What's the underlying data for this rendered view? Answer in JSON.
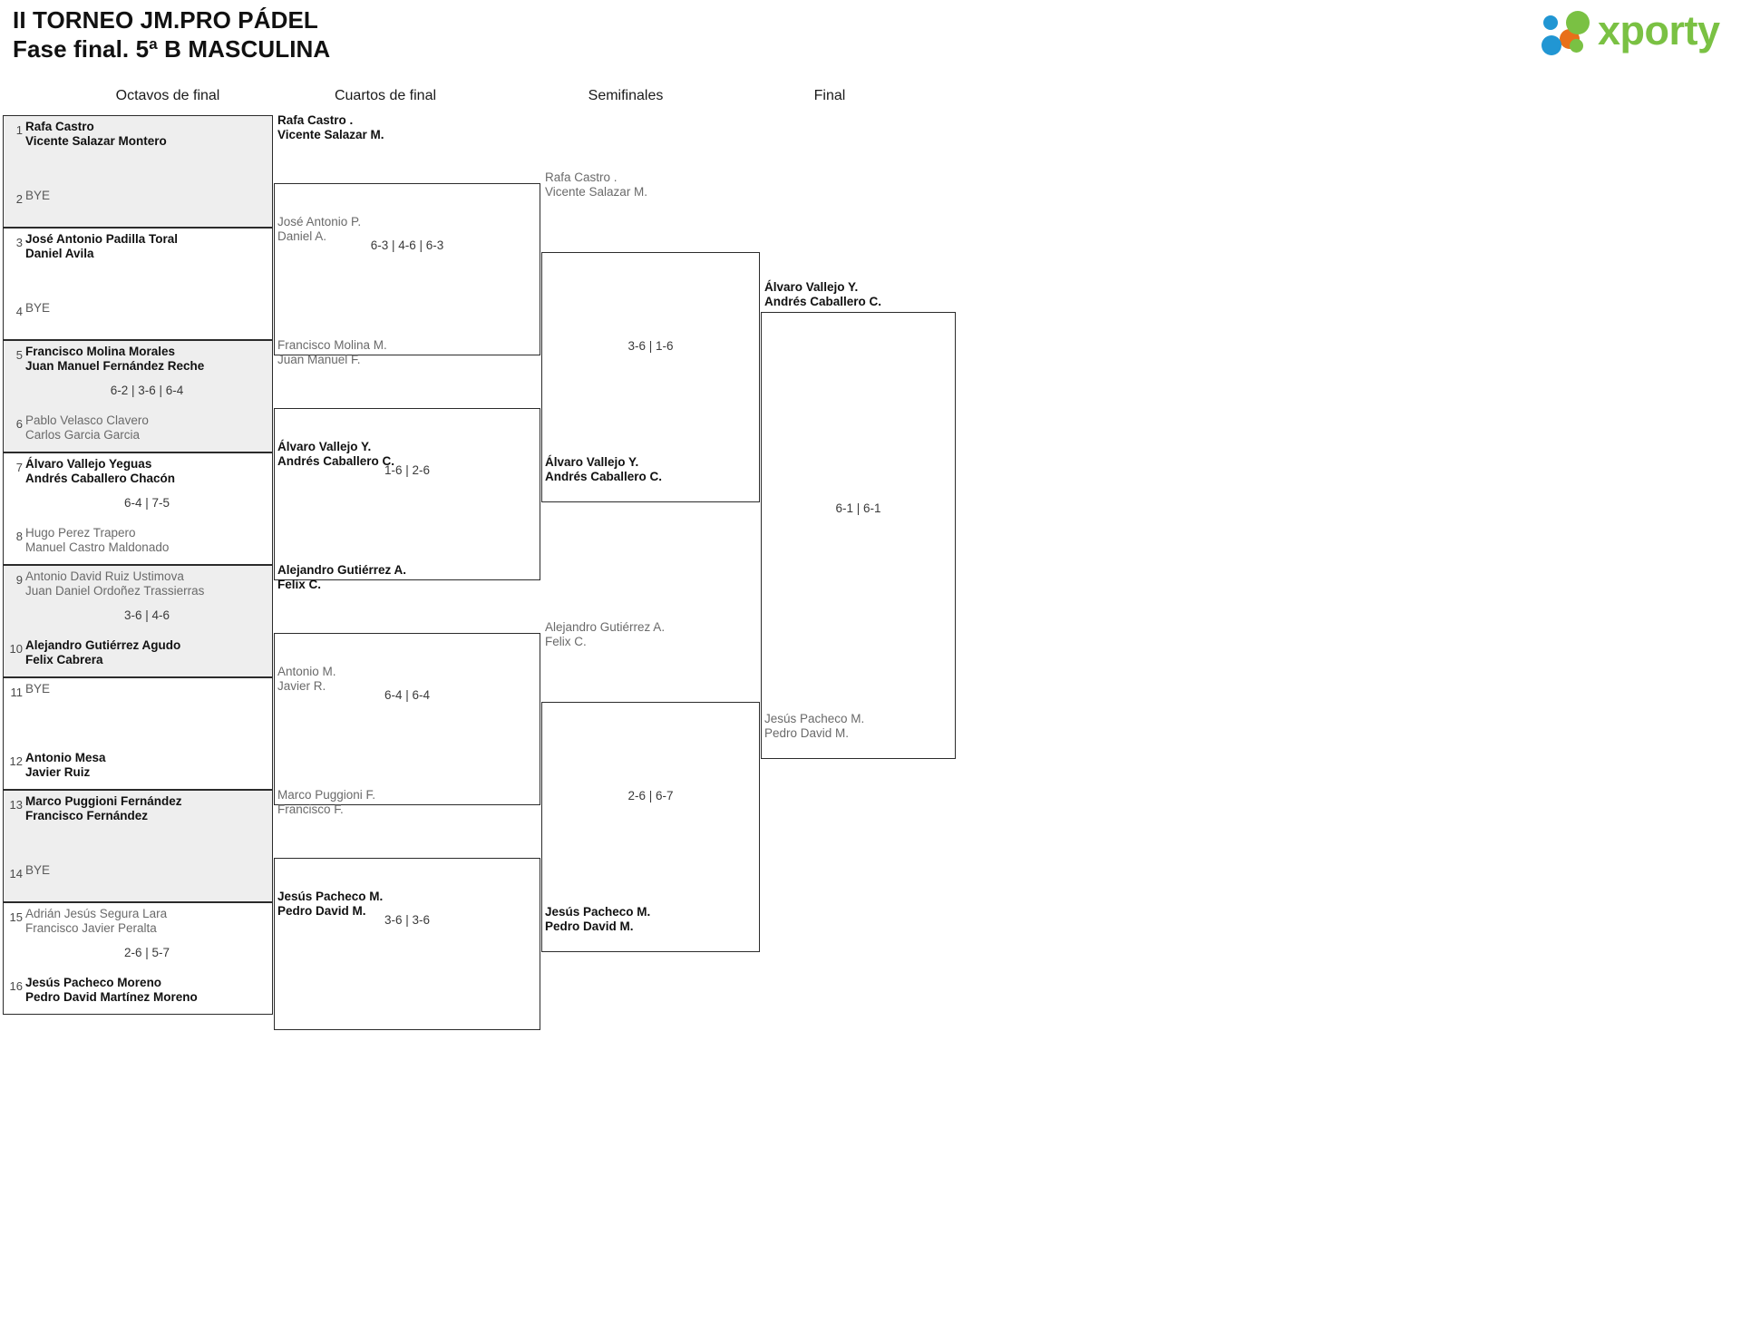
{
  "header": {
    "title_line1": "II TORNEO JM.PRO PÁDEL",
    "title_line2": "Fase final. 5ª B MASCULINA",
    "logo_text": "xporty",
    "brand_green": "#7ac143",
    "brand_blue": "#2196d3",
    "brand_orange": "#e8701a"
  },
  "rounds": [
    {
      "label": "Octavos de final"
    },
    {
      "label": "Cuartos de final"
    },
    {
      "label": "Semifinales"
    },
    {
      "label": "Final"
    }
  ],
  "round1": {
    "matches": [
      {
        "score": "",
        "top": {
          "seed": "1",
          "line1": "Rafa Castro",
          "line2": "Vicente Salazar Montero",
          "status": "win"
        },
        "bottom": {
          "seed": "2",
          "line1": "BYE",
          "line2": "",
          "status": "bye"
        }
      },
      {
        "score": "",
        "top": {
          "seed": "3",
          "line1": "José Antonio Padilla Toral",
          "line2": "Daniel Avila",
          "status": "win"
        },
        "bottom": {
          "seed": "4",
          "line1": "BYE",
          "line2": "",
          "status": "bye"
        }
      },
      {
        "score": "6-2 | 3-6 | 6-4",
        "top": {
          "seed": "5",
          "line1": "Francisco Molina Morales",
          "line2": "Juan Manuel Fernández Reche",
          "status": "win"
        },
        "bottom": {
          "seed": "6",
          "line1": "Pablo Velasco Clavero",
          "line2": "Carlos Garcia Garcia",
          "status": "lose"
        }
      },
      {
        "score": "6-4 | 7-5",
        "top": {
          "seed": "7",
          "line1": "Álvaro Vallejo Yeguas",
          "line2": "Andrés Caballero Chacón",
          "status": "win"
        },
        "bottom": {
          "seed": "8",
          "line1": "Hugo Perez Trapero",
          "line2": "Manuel Castro Maldonado",
          "status": "lose"
        }
      },
      {
        "score": "3-6 | 4-6",
        "top": {
          "seed": "9",
          "line1": "Antonio David Ruiz Ustimova",
          "line2": "Juan Daniel Ordoñez Trassierras",
          "status": "lose"
        },
        "bottom": {
          "seed": "10",
          "line1": "Alejandro Gutiérrez Agudo",
          "line2": "Felix Cabrera",
          "status": "win"
        }
      },
      {
        "score": "",
        "top": {
          "seed": "11",
          "line1": "BYE",
          "line2": "",
          "status": "bye"
        },
        "bottom": {
          "seed": "12",
          "line1": "Antonio Mesa",
          "line2": "Javier Ruiz",
          "status": "win"
        }
      },
      {
        "score": "",
        "top": {
          "seed": "13",
          "line1": "Marco Puggioni Fernández",
          "line2": "Francisco Fernández",
          "status": "win"
        },
        "bottom": {
          "seed": "14",
          "line1": "BYE",
          "line2": "",
          "status": "bye"
        }
      },
      {
        "score": "2-6 | 5-7",
        "top": {
          "seed": "15",
          "line1": "Adrián Jesús Segura Lara",
          "line2": "Francisco Javier Peralta",
          "status": "lose"
        },
        "bottom": {
          "seed": "16",
          "line1": "Jesús Pacheco Moreno",
          "line2": "Pedro David Martínez Moreno",
          "status": "win"
        }
      }
    ]
  },
  "quarterfinals": {
    "matches": [
      {
        "score": "6-3 | 4-6 | 6-3",
        "top": {
          "line1": "Rafa Castro .",
          "line2": "Vicente Salazar M.",
          "status": "win"
        },
        "bottom": {
          "line1": "José Antonio P.",
          "line2": "Daniel A.",
          "status": "lose"
        }
      },
      {
        "score": "1-6 | 2-6",
        "top": {
          "line1": "Francisco Molina M.",
          "line2": "Juan Manuel F.",
          "status": "lose"
        },
        "bottom": {
          "line1": "Álvaro Vallejo Y.",
          "line2": "Andrés Caballero C.",
          "status": "win"
        }
      },
      {
        "score": "6-4 | 6-4",
        "top": {
          "line1": "Alejandro Gutiérrez A.",
          "line2": "Felix C.",
          "status": "win"
        },
        "bottom": {
          "line1": "Antonio M.",
          "line2": "Javier R.",
          "status": "lose"
        }
      },
      {
        "score": "3-6 | 3-6",
        "top": {
          "line1": "Marco Puggioni F.",
          "line2": "Francisco F.",
          "status": "lose"
        },
        "bottom": {
          "line1": "Jesús Pacheco M.",
          "line2": "Pedro David M.",
          "status": "win"
        }
      }
    ]
  },
  "semifinals": {
    "matches": [
      {
        "score": "3-6 | 1-6",
        "top": {
          "line1": "Rafa Castro .",
          "line2": "Vicente Salazar M.",
          "status": "lose"
        },
        "bottom": {
          "line1": "Álvaro Vallejo Y.",
          "line2": "Andrés Caballero C.",
          "status": "win"
        }
      },
      {
        "score": "2-6 | 6-7",
        "top": {
          "line1": "Alejandro Gutiérrez A.",
          "line2": "Felix C.",
          "status": "lose"
        },
        "bottom": {
          "line1": "Jesús Pacheco M.",
          "line2": "Pedro David M.",
          "status": "win"
        }
      }
    ]
  },
  "final": {
    "matches": [
      {
        "score": "6-1 | 6-1",
        "top": {
          "line1": "Álvaro Vallejo Y.",
          "line2": "Andrés Caballero C.",
          "status": "win"
        },
        "bottom": {
          "line1": "Jesús Pacheco M.",
          "line2": "Pedro David M.",
          "status": "lose"
        }
      }
    ]
  }
}
